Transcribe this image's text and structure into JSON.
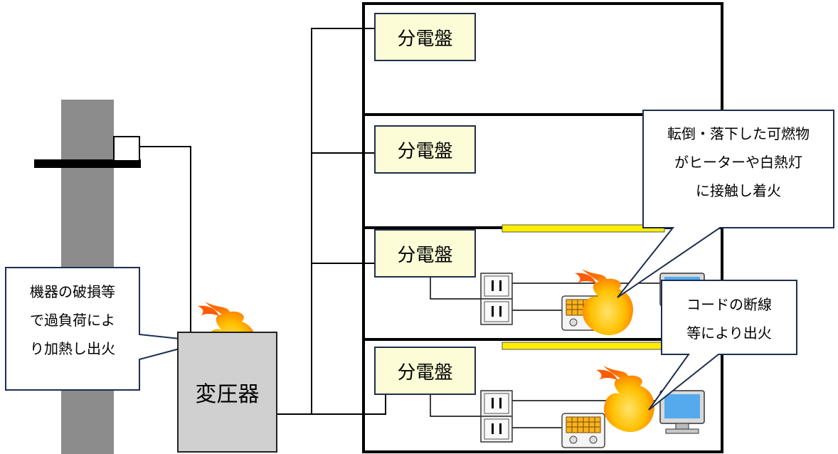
{
  "transformer": {
    "label": "変圧器"
  },
  "panels": [
    {
      "label": "分電盤"
    },
    {
      "label": "分電盤"
    },
    {
      "label": "分電盤"
    },
    {
      "label": "分電盤"
    }
  ],
  "callouts": {
    "transformer_fire": {
      "lines": [
        "機器の破損等",
        "で過負荷によ",
        "り加熱し出火"
      ]
    },
    "combustible_fire": {
      "lines": [
        "転倒・落下した可燃物",
        "がヒーターや白熱灯",
        "に接触し着火"
      ]
    },
    "cord_fire": {
      "lines": [
        "コードの断線",
        "等により出火"
      ]
    }
  },
  "colors": {
    "panel_fill": "#fcfdd6",
    "callout_border": "#1e2e4e",
    "light_yellow": "#ffee00",
    "pole_gray": "#8c8c8c",
    "flame_outer": "#ff6a00",
    "flame_inner": "#ffd000",
    "monitor_screen": "#55aaee"
  }
}
